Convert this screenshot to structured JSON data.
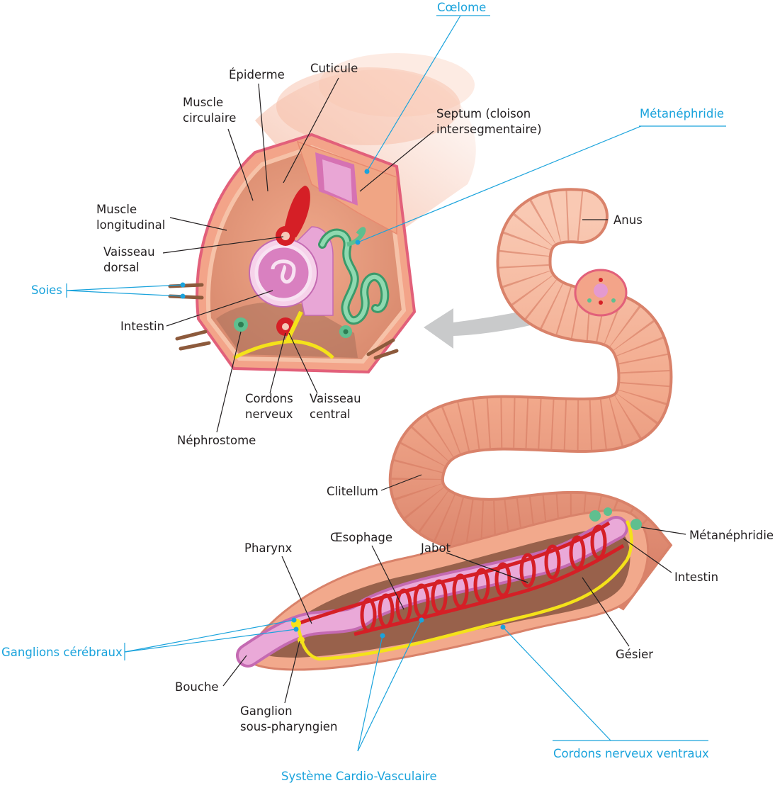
{
  "colors": {
    "skin": "#f2a98c",
    "skin_dark": "#d9826a",
    "skin_light": "#f8c7b0",
    "inner": "#e9977a",
    "intestine": "#e49ad0",
    "intestine_dark": "#c46ab2",
    "vessel": "#d51f26",
    "nerve": "#f4e21a",
    "nephridia": "#5fbf8f",
    "arrow": "#c9cacb",
    "label": "#231f20",
    "accent": "#1aa3dc"
  },
  "labels": {
    "coelome": "Cœlome",
    "cuticule": "Cuticule",
    "epiderme": "Épiderme",
    "muscle_circ_1": "Muscle",
    "muscle_circ_2": "circulaire",
    "septum_1": "Septum (cloison",
    "septum_2": "intersegmentaire)",
    "metanephridie_top": "Métanéphridie",
    "muscle_long_1": "Muscle",
    "muscle_long_2": "longitudinal",
    "vaisseau_dorsal_1": "Vaisseau",
    "vaisseau_dorsal_2": "dorsal",
    "soies": "Soies",
    "intestin_top": "Intestin",
    "cordons_1": "Cordons",
    "cordons_2": "nerveux",
    "vaisseau_central_1": "Vaisseau",
    "vaisseau_central_2": "central",
    "nephrostome": "Néphrostome",
    "anus": "Anus",
    "clitellum": "Clitellum",
    "pharynx": "Pharynx",
    "oesophage": "Œsophage",
    "jabot": "Jabot",
    "metanephridie_bottom": "Métanéphridie",
    "intestin_bottom": "Intestin",
    "ganglions_cerebraux": "Ganglions cérébraux",
    "gesier": "Gésier",
    "bouche": "Bouche",
    "ganglion_sp_1": "Ganglion",
    "ganglion_sp_2": "sous-pharyngien",
    "cordons_ventraux": "Cordons nerveux ventraux",
    "systeme_cv": "Système Cardio-Vasculaire"
  }
}
